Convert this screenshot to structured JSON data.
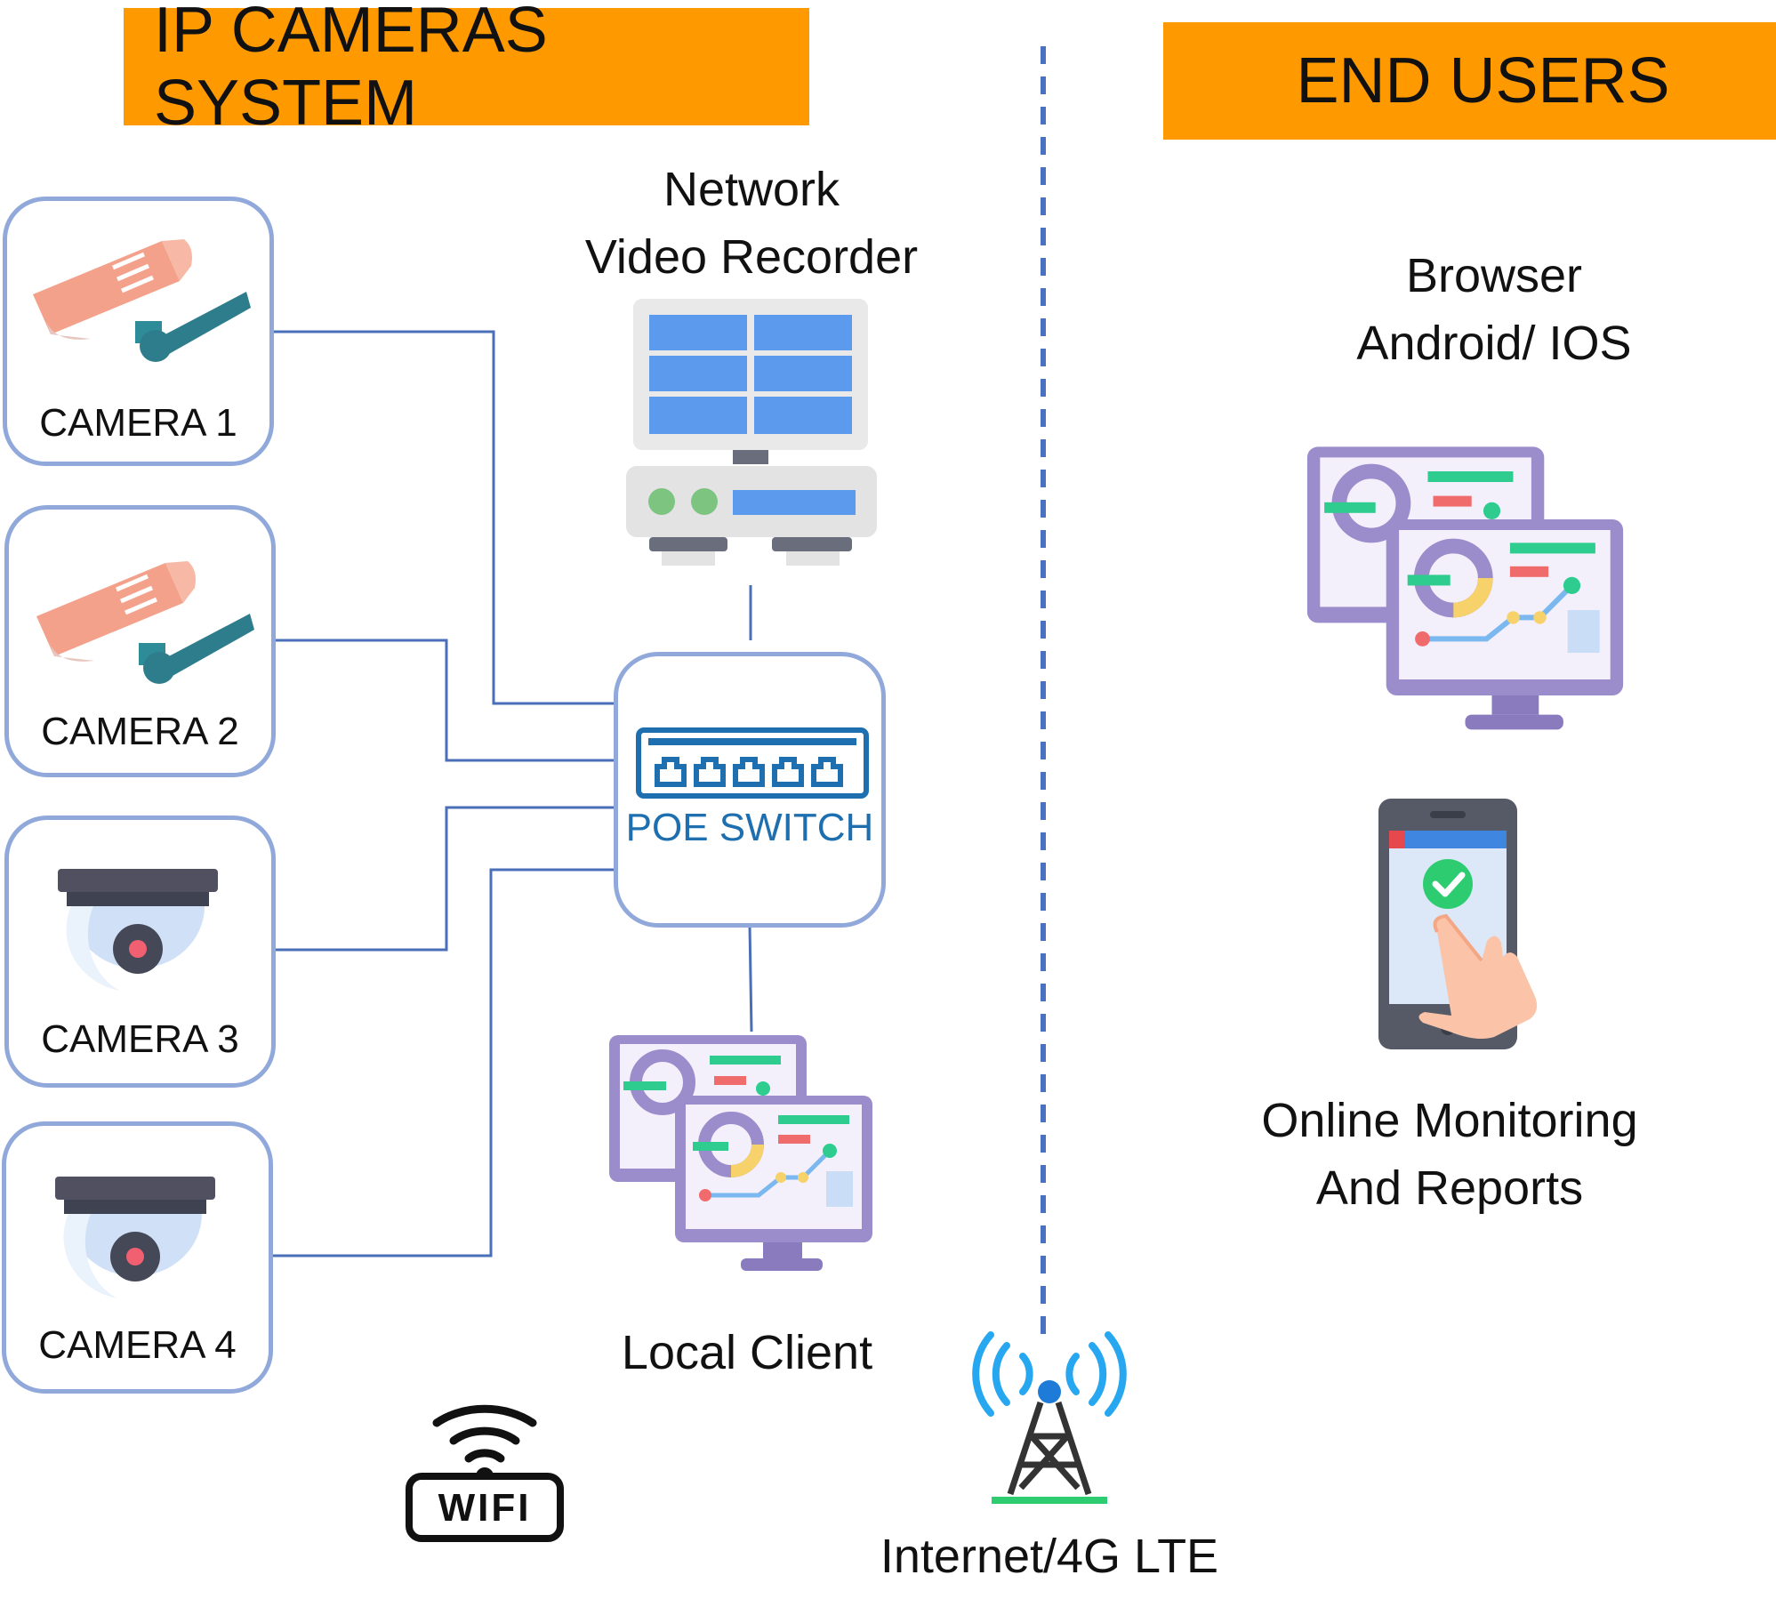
{
  "left_banner": {
    "title": "IP CAMERAS SYSTEM"
  },
  "right_banner": {
    "title": "END USERS"
  },
  "cameras": [
    {
      "label": "CAMERA 1",
      "icon": "bullet-camera-icon"
    },
    {
      "label": "CAMERA 2",
      "icon": "bullet-camera-icon"
    },
    {
      "label": "CAMERA 3",
      "icon": "dome-camera-icon"
    },
    {
      "label": "CAMERA 4",
      "icon": "dome-camera-icon"
    }
  ],
  "nvr": {
    "line1": "Network",
    "line2": "Video Recorder",
    "icon": "nvr-icon"
  },
  "switch": {
    "label": "POE SWITCH",
    "icon": "ethernet-switch-icon"
  },
  "local_client": {
    "label": "Local Client",
    "icon": "dashboard-monitors-icon"
  },
  "wifi": {
    "label": "WiFi",
    "icon": "wifi-icon"
  },
  "internet": {
    "label": "Internet/4G LTE",
    "icon": "cell-tower-icon"
  },
  "end_users": {
    "platforms_line1": "Browser",
    "platforms_line2": "Android/ IOS",
    "monitoring_line1": "Online Monitoring",
    "monitoring_line2": "And Reports",
    "desktop_icon": "dashboard-monitors-icon",
    "mobile_icon": "smartphone-touch-icon"
  },
  "colors": {
    "banner": "#FF9900",
    "connector": "#4A6FB8",
    "box_border": "#91A9DA",
    "switch_blue": "#1E6FB0",
    "divider": "#4A72C0"
  }
}
